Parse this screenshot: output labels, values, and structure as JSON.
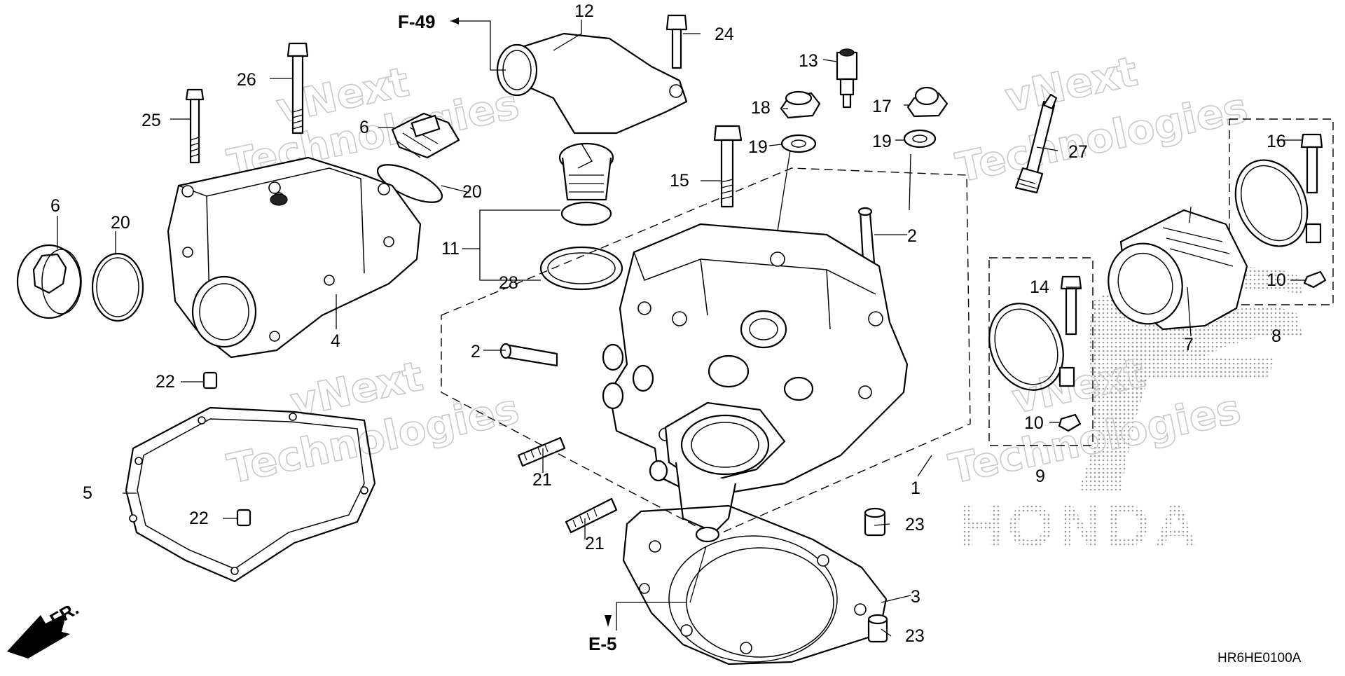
{
  "diagram": {
    "drawing_code": "HR6HE0100A",
    "front_label": "FR.",
    "brand_mark": "HONDA",
    "watermark": [
      "vNext",
      "Technologies"
    ],
    "references": [
      "F-49",
      "E-5"
    ],
    "callouts": [
      "1",
      "2",
      "2",
      "3",
      "4",
      "5",
      "6",
      "6",
      "7",
      "8",
      "9",
      "10",
      "10",
      "11",
      "12",
      "13",
      "14",
      "15",
      "16",
      "17",
      "18",
      "19",
      "19",
      "20",
      "20",
      "21",
      "21",
      "22",
      "22",
      "23",
      "23",
      "24",
      "25",
      "26",
      "27",
      "28"
    ]
  }
}
